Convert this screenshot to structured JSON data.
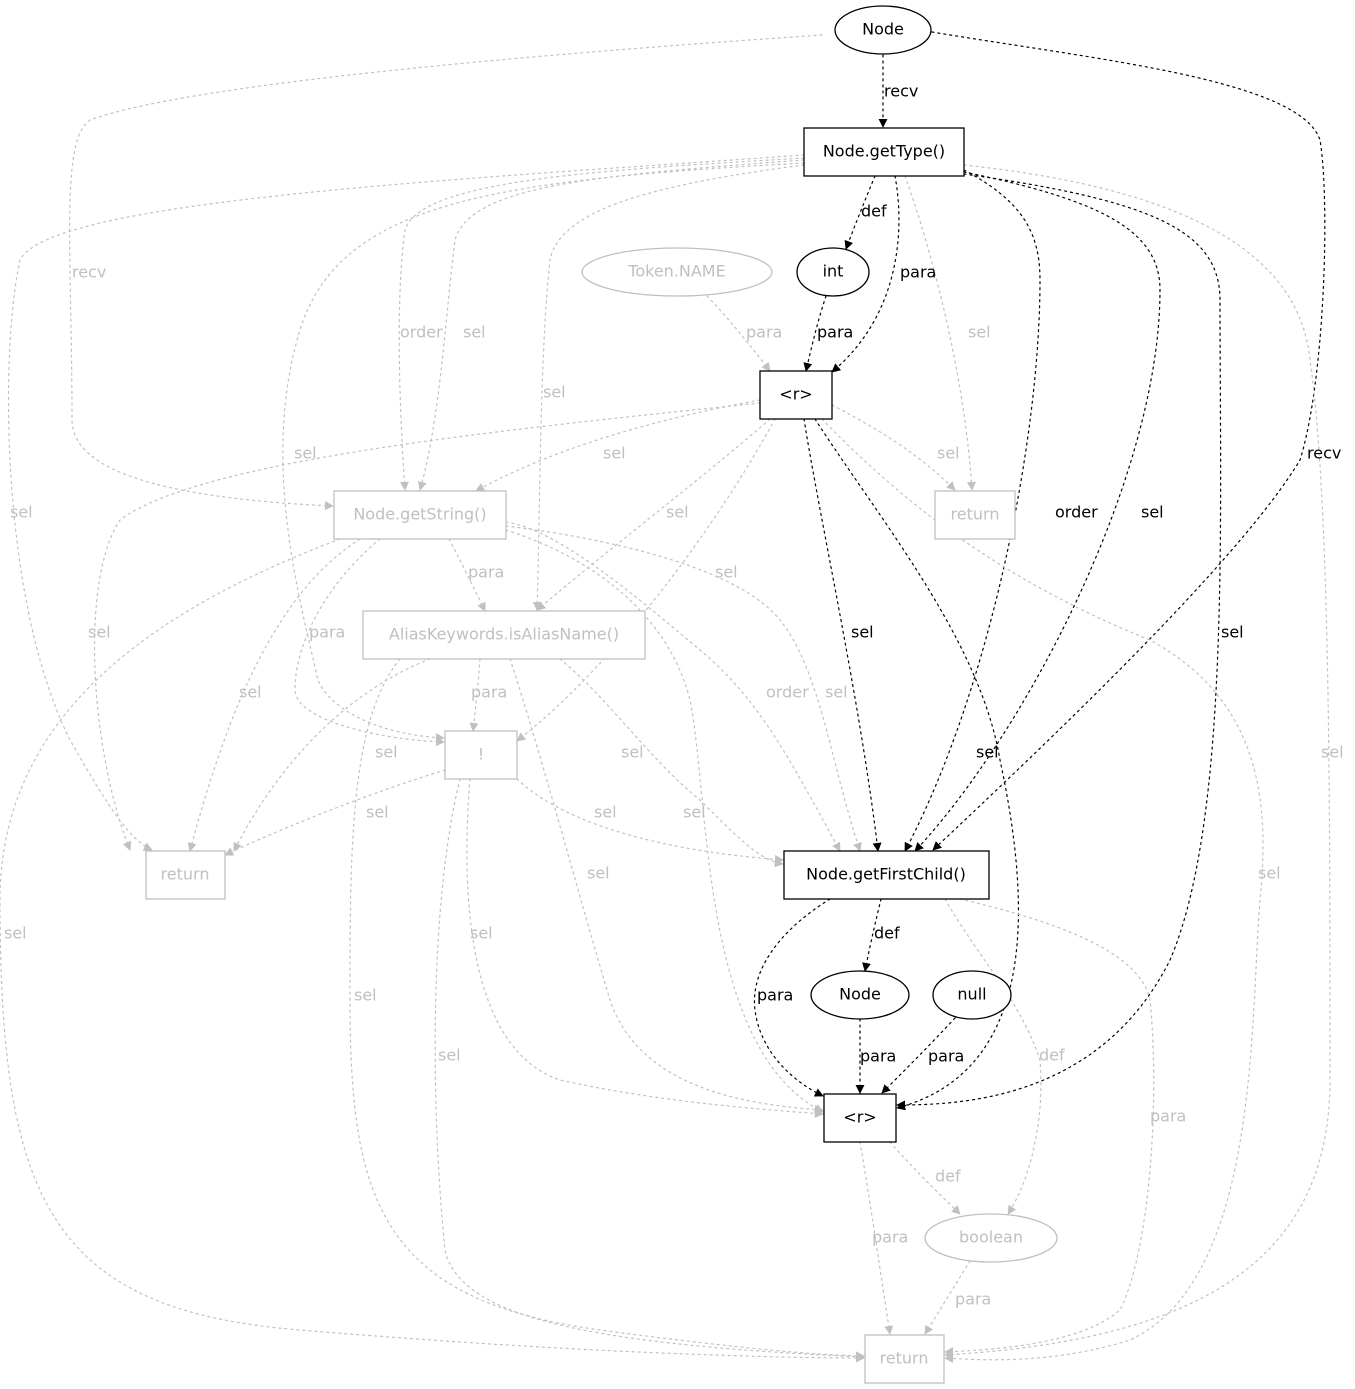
{
  "nodes": {
    "node_top": {
      "label": "Node",
      "style": "dark"
    },
    "getType": {
      "label": "Node.getType()",
      "style": "dark"
    },
    "tokenName": {
      "label": "Token.NAME",
      "style": "light"
    },
    "int": {
      "label": "int",
      "style": "dark"
    },
    "r1": {
      "label": "<r>",
      "style": "dark"
    },
    "getString": {
      "label": "Node.getString()",
      "style": "light"
    },
    "return1": {
      "label": "return",
      "style": "light"
    },
    "isAliasName": {
      "label": "AliasKeywords.isAliasName()",
      "style": "light"
    },
    "not": {
      "label": "!",
      "style": "light"
    },
    "return2": {
      "label": "return",
      "style": "light"
    },
    "getFirstChild": {
      "label": "Node.getFirstChild()",
      "style": "dark"
    },
    "node2": {
      "label": "Node",
      "style": "dark"
    },
    "null": {
      "label": "null",
      "style": "dark"
    },
    "r2": {
      "label": "<r>",
      "style": "dark"
    },
    "boolean": {
      "label": "boolean",
      "style": "light"
    },
    "return3": {
      "label": "return",
      "style": "light"
    }
  },
  "edges": [
    {
      "from": "node_top",
      "to": "getType",
      "label": "recv",
      "style": "dark"
    },
    {
      "from": "node_top",
      "to": "getString",
      "label": "recv",
      "style": "light"
    },
    {
      "from": "node_top",
      "to": "getFirstChild",
      "label": "recv",
      "style": "dark"
    },
    {
      "from": "getType",
      "to": "int",
      "label": "def",
      "style": "dark"
    },
    {
      "from": "getType",
      "to": "r1",
      "label": "para",
      "style": "dark"
    },
    {
      "from": "getType",
      "to": "return1",
      "label": "sel",
      "style": "light"
    },
    {
      "from": "getType",
      "to": "getString",
      "label": "order",
      "style": "light"
    },
    {
      "from": "getType",
      "to": "getString",
      "label": "sel",
      "style": "light"
    },
    {
      "from": "getType",
      "to": "isAliasName",
      "label": "sel",
      "style": "light"
    },
    {
      "from": "getType",
      "to": "not",
      "label": "sel",
      "style": "light"
    },
    {
      "from": "getType",
      "to": "return2",
      "label": "sel",
      "style": "light"
    },
    {
      "from": "getType",
      "to": "getFirstChild",
      "label": "order",
      "style": "dark"
    },
    {
      "from": "getType",
      "to": "getFirstChild",
      "label": "sel",
      "style": "dark"
    },
    {
      "from": "getType",
      "to": "r2",
      "label": "sel",
      "style": "dark"
    },
    {
      "from": "getType",
      "to": "return3",
      "label": "sel",
      "style": "light"
    },
    {
      "from": "tokenName",
      "to": "r1",
      "label": "para",
      "style": "light"
    },
    {
      "from": "int",
      "to": "r1",
      "label": "para",
      "style": "dark"
    },
    {
      "from": "r1",
      "to": "return1",
      "label": "sel",
      "style": "light"
    },
    {
      "from": "r1",
      "to": "getString",
      "label": "sel",
      "style": "light"
    },
    {
      "from": "r1",
      "to": "isAliasName",
      "label": "sel",
      "style": "light"
    },
    {
      "from": "r1",
      "to": "not",
      "label": "sel",
      "style": "light"
    },
    {
      "from": "r1",
      "to": "return2",
      "label": "sel",
      "style": "light"
    },
    {
      "from": "r1",
      "to": "getFirstChild",
      "label": "sel",
      "style": "dark"
    },
    {
      "from": "r1",
      "to": "r2",
      "label": "sel",
      "style": "dark"
    },
    {
      "from": "r1",
      "to": "return3",
      "label": "sel",
      "style": "light"
    },
    {
      "from": "getString",
      "to": "isAliasName",
      "label": "para",
      "style": "light"
    },
    {
      "from": "getString",
      "to": "not",
      "label": "para",
      "style": "light"
    },
    {
      "from": "getString",
      "to": "return2",
      "label": "sel",
      "style": "light"
    },
    {
      "from": "getString",
      "to": "getFirstChild",
      "label": "order",
      "style": "light"
    },
    {
      "from": "getString",
      "to": "getFirstChild",
      "label": "sel",
      "style": "light"
    },
    {
      "from": "getString",
      "to": "r2",
      "label": "sel",
      "style": "light"
    },
    {
      "from": "getString",
      "to": "return3",
      "label": "sel",
      "style": "light"
    },
    {
      "from": "isAliasName",
      "to": "not",
      "label": "para",
      "style": "light"
    },
    {
      "from": "isAliasName",
      "to": "return2",
      "label": "sel",
      "style": "light"
    },
    {
      "from": "isAliasName",
      "to": "getFirstChild",
      "label": "sel",
      "style": "light"
    },
    {
      "from": "isAliasName",
      "to": "r2",
      "label": "sel",
      "style": "light"
    },
    {
      "from": "isAliasName",
      "to": "return3",
      "label": "sel",
      "style": "light"
    },
    {
      "from": "not",
      "to": "return2",
      "label": "sel",
      "style": "light"
    },
    {
      "from": "not",
      "to": "getFirstChild",
      "label": "sel",
      "style": "light"
    },
    {
      "from": "not",
      "to": "r2",
      "label": "sel",
      "style": "light"
    },
    {
      "from": "not",
      "to": "return3",
      "label": "sel",
      "style": "light"
    },
    {
      "from": "getFirstChild",
      "to": "node2",
      "label": "def",
      "style": "dark"
    },
    {
      "from": "getFirstChild",
      "to": "r2",
      "label": "para",
      "style": "dark"
    },
    {
      "from": "getFirstChild",
      "to": "boolean",
      "label": "def",
      "style": "light"
    },
    {
      "from": "getFirstChild",
      "to": "return3",
      "label": "para",
      "style": "light"
    },
    {
      "from": "node2",
      "to": "r2",
      "label": "para",
      "style": "dark"
    },
    {
      "from": "null",
      "to": "r2",
      "label": "para",
      "style": "dark"
    },
    {
      "from": "r2",
      "to": "boolean",
      "label": "def",
      "style": "light"
    },
    {
      "from": "r2",
      "to": "return3",
      "label": "para",
      "style": "light"
    },
    {
      "from": "boolean",
      "to": "return3",
      "label": "para",
      "style": "light"
    }
  ]
}
